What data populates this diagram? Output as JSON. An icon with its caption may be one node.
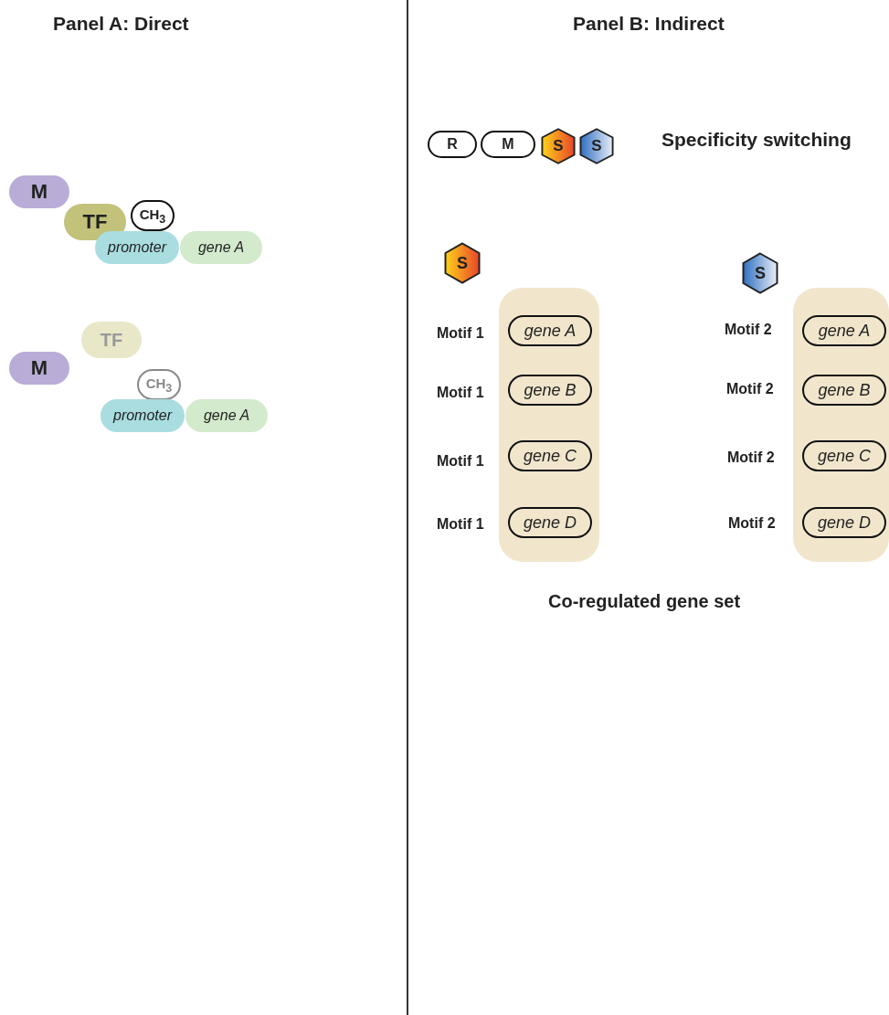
{
  "diagram": {
    "nodes": [
      {
        "text": [
          "M"
        ]
      },
      {
        "text": [
          "TF"
        ]
      },
      {
        "text": [
          "CH$_{3}$"
        ]
      },
      {
        "text": [
          "promoter"
        ]
      },
      {
        "text": [
          "gene A"
        ]
      },
      {
        "text": [
          "TF"
        ]
      },
      {
        "text": [
          "M"
        ]
      },
      {
        "text": [
          "CH$_{3}$"
        ]
      },
      {
        "text": [
          "promoter"
        ]
      },
      {
        "text": [
          "gene A"
        ]
      },
      {
        "text": [
          "R"
        ]
      },
      {
        "text": [
          "M"
        ]
      },
      {
        "text": [
          "S"
        ]
      },
      {
        "text": [
          "S"
        ]
      },
      {
        "text": [
          "S"
        ]
      },
      {
        "text": [
          "S"
        ]
      },
      {
        "text": [],
        "shape": "box"
      },
      {
        "text": [
          "gene A"
        ],
        "in": 16
      },
      {
        "text": [
          "gene B"
        ],
        "in": 16
      },
      {
        "text": [
          "gene C"
        ],
        "in": 16
      },
      {
        "text": [
          "gene D"
        ],
        "in": 16
      },
      {
        "text": [],
        "shape": "box"
      },
      {
        "text": [
          "gene A"
        ],
        "in": 21
      },
      {
        "text": [
          "gene B"
        ],
        "in": 21
      },
      {
        "text": [
          "gene C"
        ],
        "in": 21
      },
      {
        "text": [
          "gene D"
        ],
        "in": 21
      }
    ],
    "edges": [],
    "labels": [
      "Panel A: Direct",
      "Panel B: Indirect",
      "Specificity switching",
      "Motif 1",
      "Motif 2",
      "Motif 1",
      "Motif 2",
      "Motif 1",
      "Motif 2",
      "Motif 1",
      "Motif 2",
      "Co-regulated gene set"
    ]
  }
}
